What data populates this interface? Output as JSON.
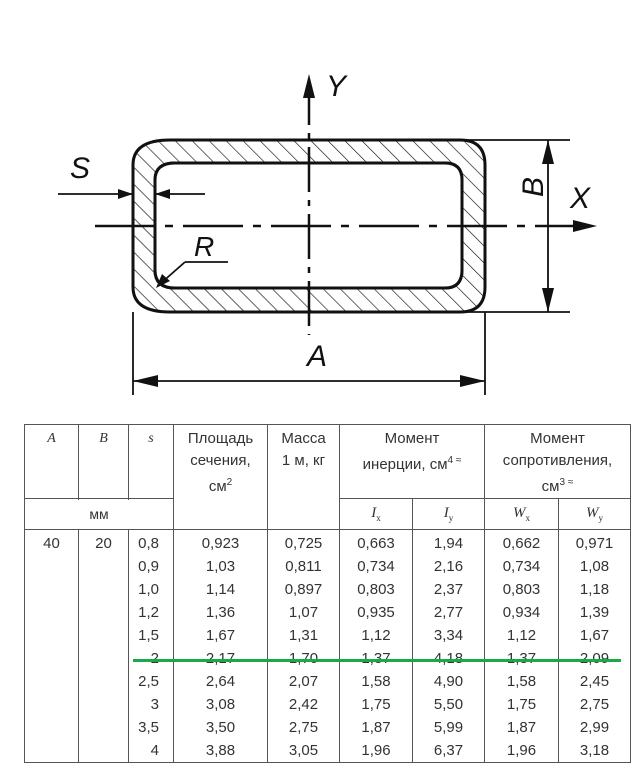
{
  "drawing": {
    "labels": {
      "y_axis": "Y",
      "x_axis": "X",
      "thickness": "S",
      "radius": "R",
      "width": "A",
      "height": "B"
    }
  },
  "table": {
    "head": {
      "A": "A",
      "B": "B",
      "s": "s",
      "area_line1": "Площадь",
      "area_line2": "сечения,",
      "area_line3": "см",
      "area_sup": "2",
      "mass_line1": "Масса",
      "mass_line2": "1 м, кг",
      "inertia_line1": "Момент",
      "inertia_line2": "инерции, см",
      "inertia_sup": "4 ≈",
      "resist_line1": "Момент",
      "resist_line2": "сопротивления,",
      "resist_line3": "см",
      "resist_sup": "3 ≈",
      "unit_mm": "мм",
      "Ix": "I",
      "Ix_sub": "x",
      "Iy": "I",
      "Iy_sub": "y",
      "Wx": "W",
      "Wx_sub": "x",
      "Wy": "W",
      "Wy_sub": "y"
    },
    "rows": [
      [
        "40",
        "20",
        "0,8",
        "0,923",
        "0,725",
        "0,663",
        "1,94",
        "0,662",
        "0,971"
      ],
      [
        "",
        "",
        "0,9",
        "1,03",
        "0,811",
        "0,734",
        "2,16",
        "0,734",
        "1,08"
      ],
      [
        "",
        "",
        "1,0",
        "1,14",
        "0,897",
        "0,803",
        "2,37",
        "0,803",
        "1,18"
      ],
      [
        "",
        "",
        "1,2",
        "1,36",
        "1,07",
        "0,935",
        "2,77",
        "0,934",
        "1,39"
      ],
      [
        "",
        "",
        "1,5",
        "1,67",
        "1,31",
        "1,12",
        "3,34",
        "1,12",
        "1,67"
      ],
      [
        "",
        "",
        "2",
        "2,17",
        "1,70",
        "1,37",
        "4,18",
        "1,37",
        "2,09"
      ],
      [
        "",
        "",
        "2,5",
        "2,64",
        "2,07",
        "1,58",
        "4,90",
        "1,58",
        "2,45"
      ],
      [
        "",
        "",
        "3",
        "3,08",
        "2,42",
        "1,75",
        "5,50",
        "1,75",
        "2,75"
      ],
      [
        "",
        "",
        "3,5",
        "3,50",
        "2,75",
        "1,87",
        "5,99",
        "1,87",
        "2,99"
      ],
      [
        "",
        "",
        "4",
        "3,88",
        "3,05",
        "1,96",
        "6,37",
        "1,96",
        "3,18"
      ]
    ]
  },
  "highlight_color": "#1aa84a"
}
